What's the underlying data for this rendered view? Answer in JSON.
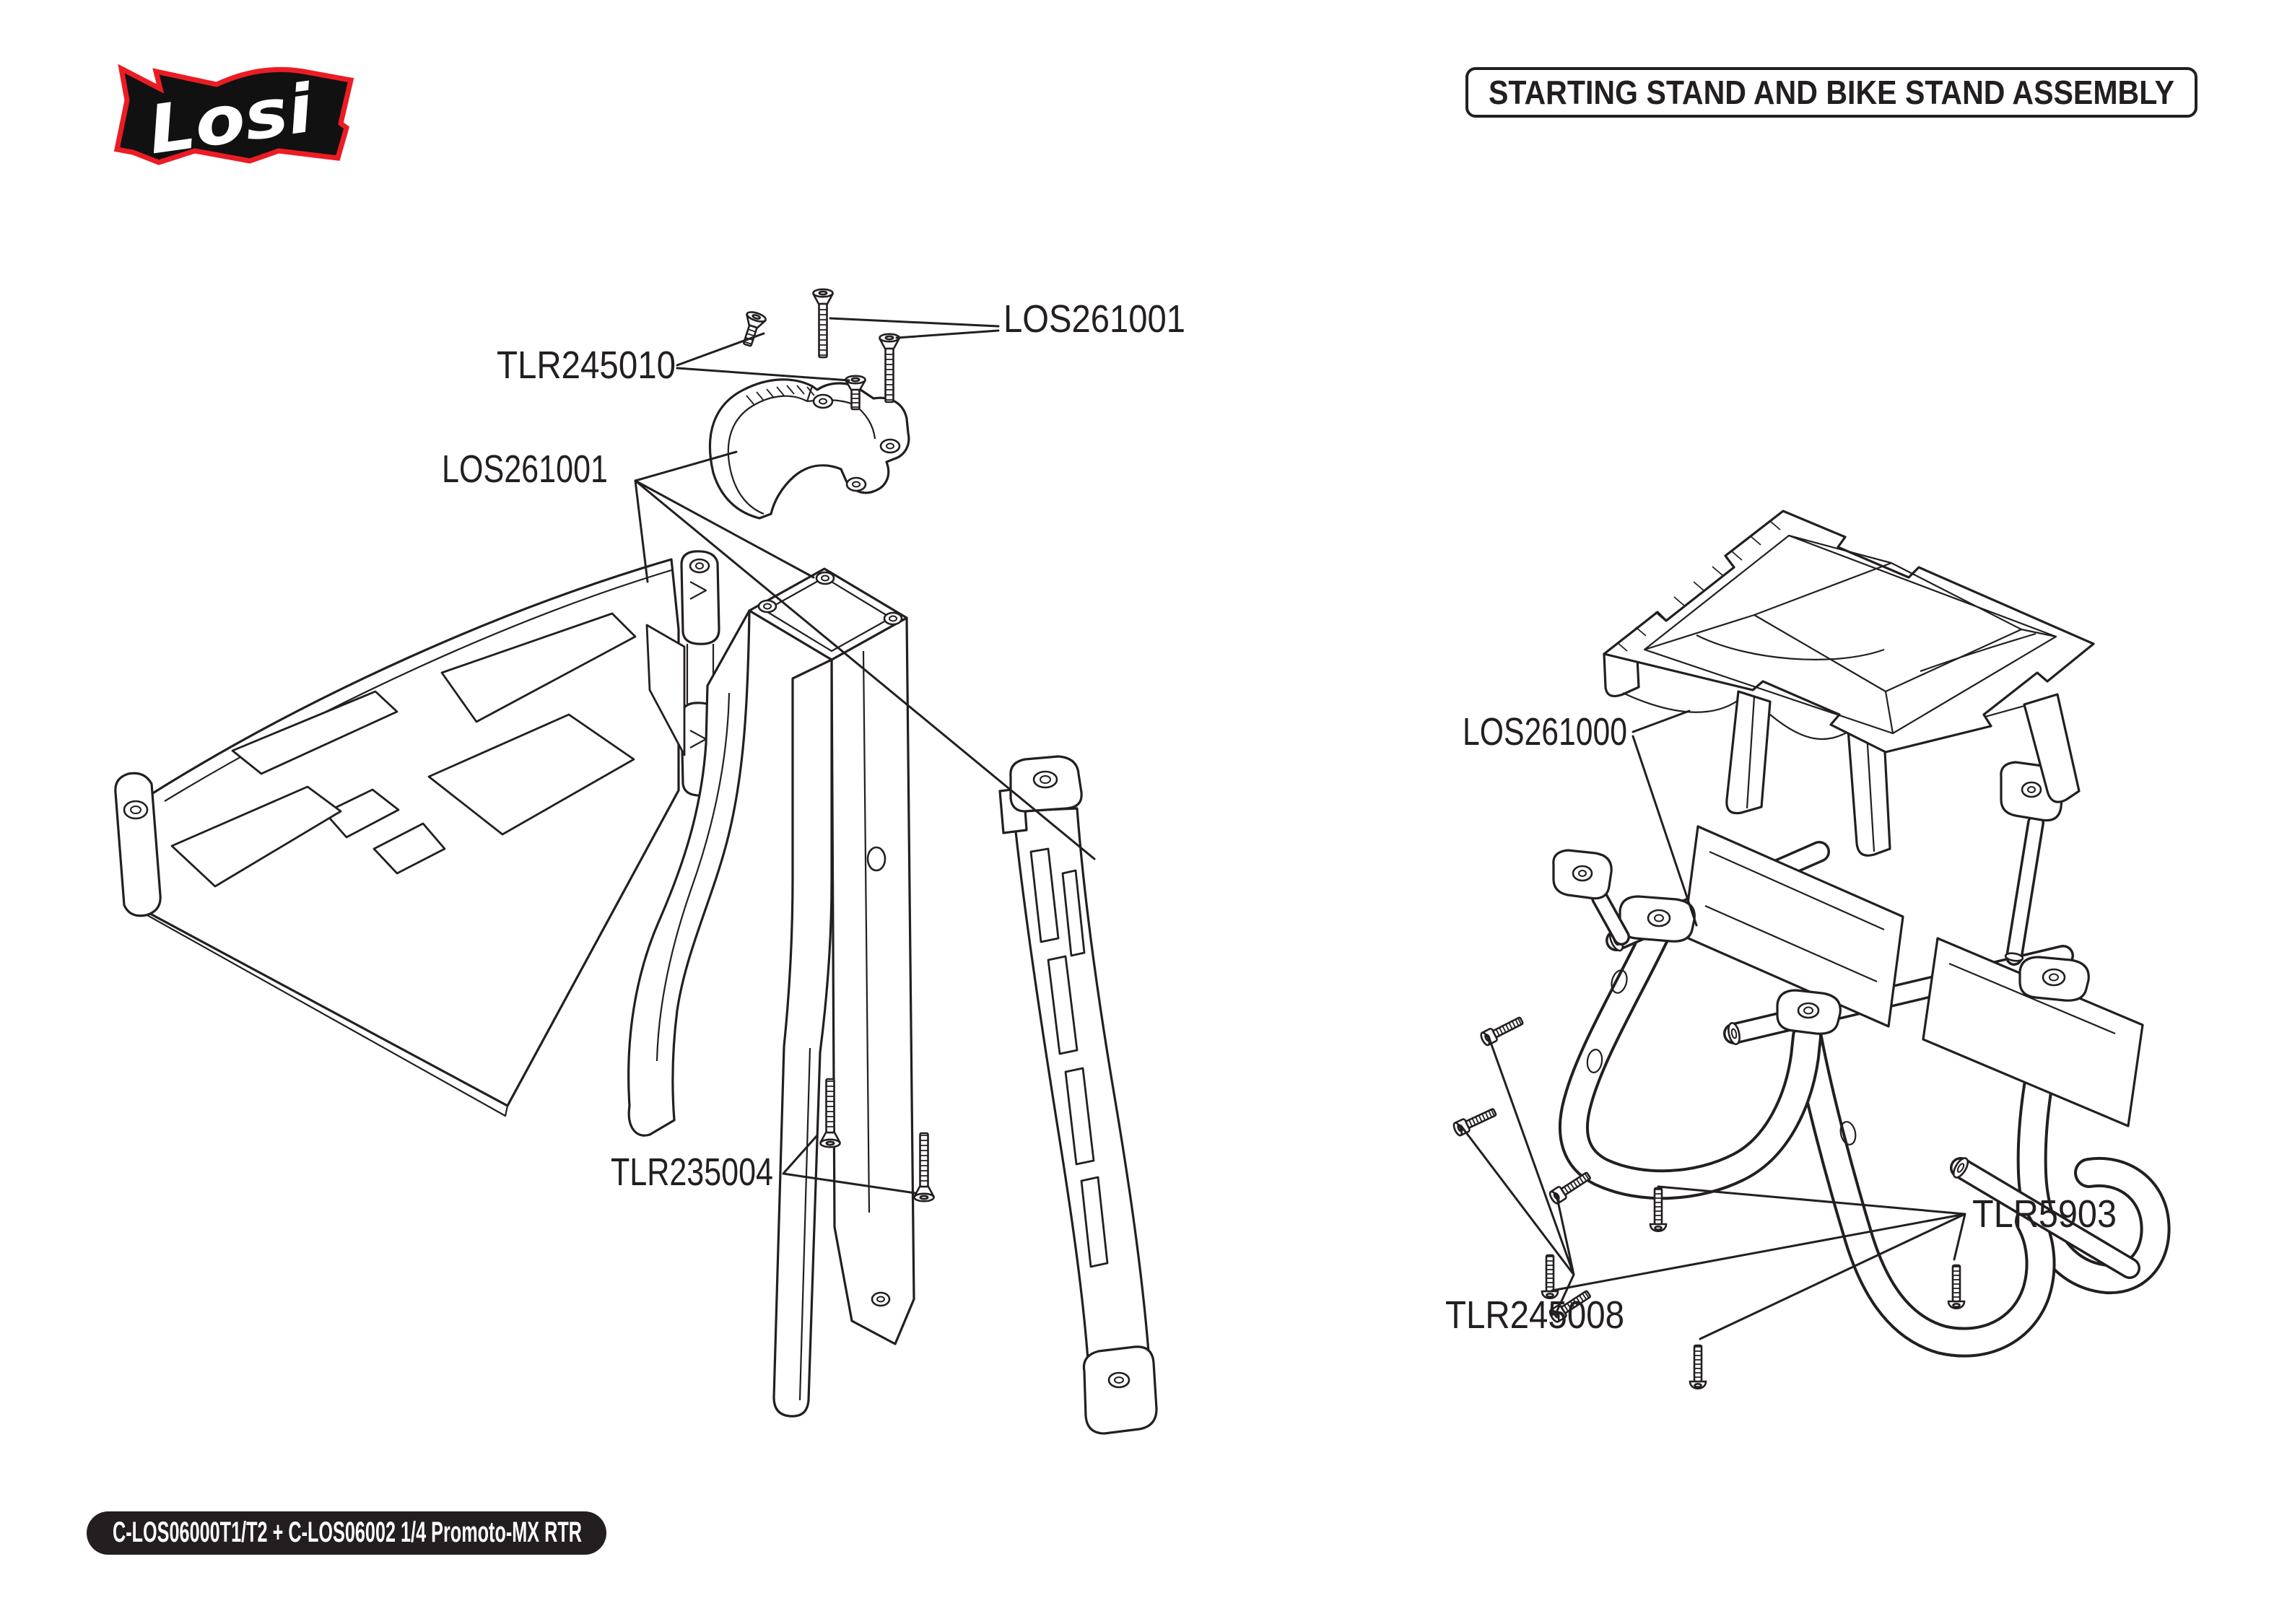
{
  "header": {
    "logo_text": "Losi",
    "title": "STARTING STAND AND BIKE STAND ASSEMBLY"
  },
  "diagram": {
    "left_assembly_labels": [
      {
        "text": "LOS261001"
      },
      {
        "text": "TLR245010"
      },
      {
        "text": "LOS261001"
      },
      {
        "text": "TLR235004"
      }
    ],
    "right_assembly_labels": [
      {
        "text": "LOS261000"
      },
      {
        "text": "TLR5903"
      },
      {
        "text": "TLR245008"
      }
    ]
  },
  "footer": {
    "product_label": "C-LOS06000T1/T2 + C-LOS06002 1/4 Promoto-MX RTR"
  },
  "colors": {
    "line": "#231f20",
    "logo_red": "#ec1c24",
    "logo_fill": "#111111",
    "footer_bg": "#231f20",
    "footer_text": "#ffffff",
    "paper": "#ffffff"
  }
}
